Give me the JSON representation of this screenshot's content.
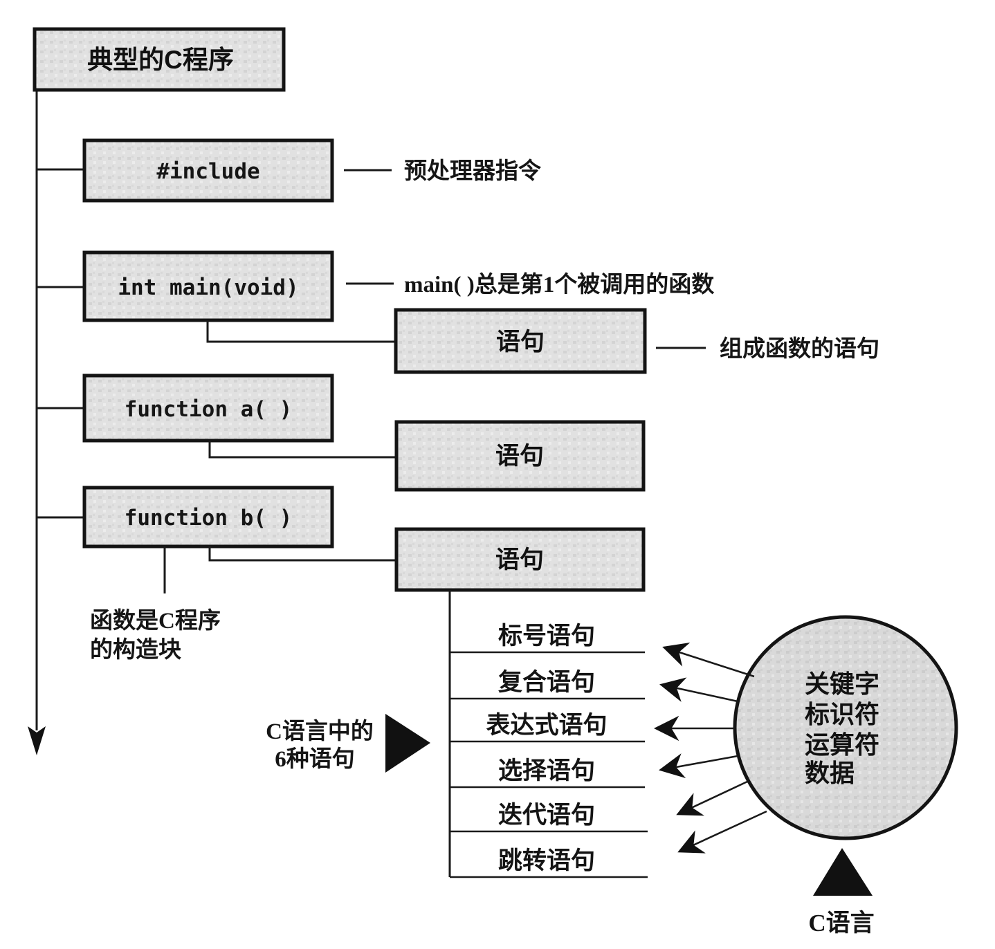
{
  "colors": {
    "background": "#ffffff",
    "box_fill": "#e0e0e0",
    "box_border": "#141414",
    "circle_fill": "#d8d8d8",
    "line": "#1a1a1a",
    "arrow": "#111111"
  },
  "root": {
    "label": "典型的C程序"
  },
  "nodes": {
    "include": {
      "label": "#include",
      "annotation": "预处理器指令"
    },
    "main": {
      "label": "int main(void)",
      "annotation": "main( )总是第1个被调用的函数"
    },
    "statements1": {
      "label": "语句",
      "annotation": "组成函数的语句"
    },
    "function_a": {
      "label": "function a( )"
    },
    "statements2": {
      "label": "语句"
    },
    "function_b": {
      "label": "function b( )"
    },
    "statements3": {
      "label": "语句"
    }
  },
  "notes": {
    "functions_note": [
      "函数是C程序",
      "的构造块"
    ],
    "six_statements_note": [
      "C语言中的",
      "6种语句"
    ]
  },
  "statement_types": [
    "标号语句",
    "复合语句",
    "表达式语句",
    "选择语句",
    "迭代语句",
    "跳转语句"
  ],
  "circle": {
    "lines": [
      "关键字",
      "标识符",
      "运算符",
      "数据"
    ]
  },
  "footer": {
    "label": "C语言"
  }
}
